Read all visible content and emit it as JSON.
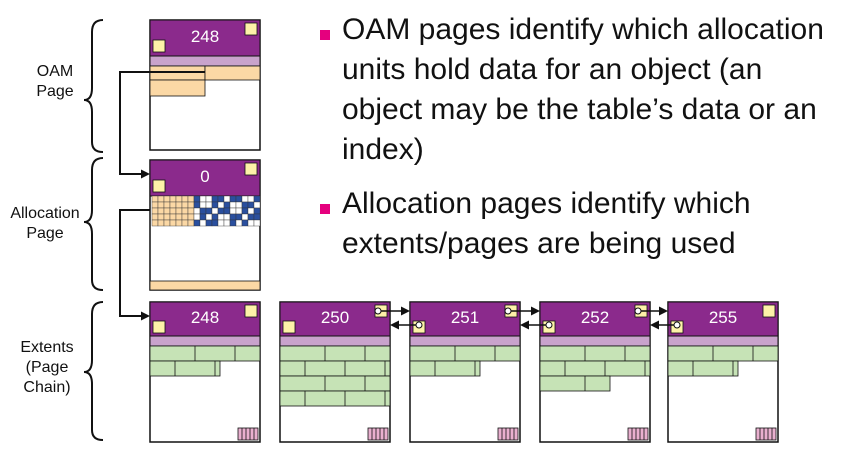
{
  "labels": {
    "oam": [
      "OAM",
      "Page"
    ],
    "allocation": [
      "Allocation",
      "Page"
    ],
    "extents": [
      "Extents",
      "(Page",
      "Chain)"
    ]
  },
  "pages": {
    "oam_page_number": "248",
    "allocation_page_number": "0",
    "extent_page_numbers": [
      "248",
      "250",
      "251",
      "252",
      "255"
    ]
  },
  "bullets": [
    "OAM pages identify which allocation units hold data for an object (an object may be the table’s data or an index)",
    "Allocation pages identify which extents/pages are being used"
  ],
  "colors": {
    "page_header": "#8b2a8c",
    "header_band": "#c9a3cc",
    "oam_rows": "#fbd8a5",
    "data_rows": "#c6e3b6",
    "alloc_used": "#2a4f9e",
    "marker": "#fdf2a8",
    "bullet_square": "#e5007e"
  }
}
